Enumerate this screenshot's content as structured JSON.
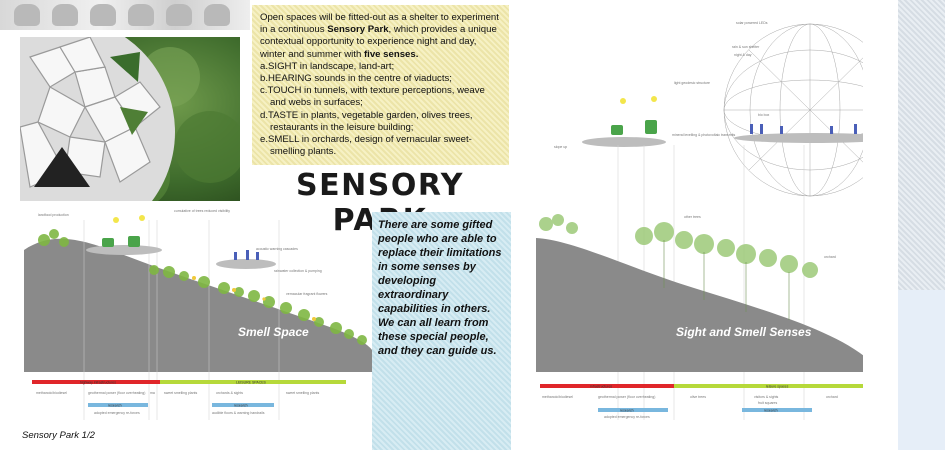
{
  "info": {
    "line1": "Open spaces will be fitted-out as a shelter to experiment in a continuous ",
    "park_bold": "Sensory Park",
    "line2": ", which provides a unique contextual opportunity to experience night and day, winter and summer with ",
    "five_bold": "five senses.",
    "senses": [
      "a.SIGHT in landscape, land-art;",
      "b.HEARING  sounds  in the centre of viaducts;",
      "c.TOUCH in tunnels, with texture perceptions, weave",
      "and webs in surfaces;",
      "d.TASTE in plants, vegetable garden, olives trees,",
      "restaurants in the leisure building;",
      "e.SMELL in orchards, design of vernacular  sweet-",
      "smelling plants."
    ]
  },
  "title": "SENSORY PARK",
  "gifted_text": "There are some gifted people who are able to replace their limitations in some senses by developing extraordinary capabilities in others. We can all learn from these special people, and they can guide us.",
  "left_diagram": {
    "space_title": "Smell Space",
    "labels": {
      "top_left": "landfood production",
      "top_center": "cumulative of trees reduced visibility",
      "acoustic": "acoustic warning cascades",
      "rainwater": "rainwater collection & pumping",
      "flowers": "vernacular fragrant flowers"
    },
    "bars": {
      "red_label": "highway infrastructures",
      "green_label": "LEISURE SPACES",
      "research": "research",
      "research2": "research",
      "cells": [
        "methanoic/biodiesel",
        "geothermal power (floor overheating)",
        "adopted emergency re-forces",
        "ma",
        "sweet smelling plants",
        "orchards & sights",
        "audible floors & warning handrails",
        "sweet smelling plants"
      ]
    }
  },
  "right_diagram": {
    "space_title": "Sight and Smell Senses",
    "labels": {
      "led": "solar powered LEDs",
      "rain": "rain & sun shelter",
      "nightday": "night & day",
      "structure": "light geodesic structure",
      "bio": "bio box",
      "slope": "slope up",
      "mineral": "mineral levelling & photovoltaic transmits",
      "other_trees": "other trees",
      "orchard": "orchard"
    },
    "bars": {
      "red_label": "infrastructures",
      "green_label": "leisure spaces",
      "research": "research",
      "research2": "research",
      "cells": [
        "methanoic/biodiesel",
        "geothermal power (floor overheating)",
        "adopted emergency re-forces",
        "olive trees",
        "visitors & sights",
        "fruit squares",
        "orchard"
      ]
    }
  },
  "footer": "Sensory Park 1/2",
  "colors": {
    "hill": "#8a8a8a",
    "red_bar": "#e0262a",
    "green_bar": "#b6d93a",
    "blue_bar": "#79b7de",
    "info_bg": "#f1ebb8",
    "gifted_bg": "#cde6ef"
  }
}
